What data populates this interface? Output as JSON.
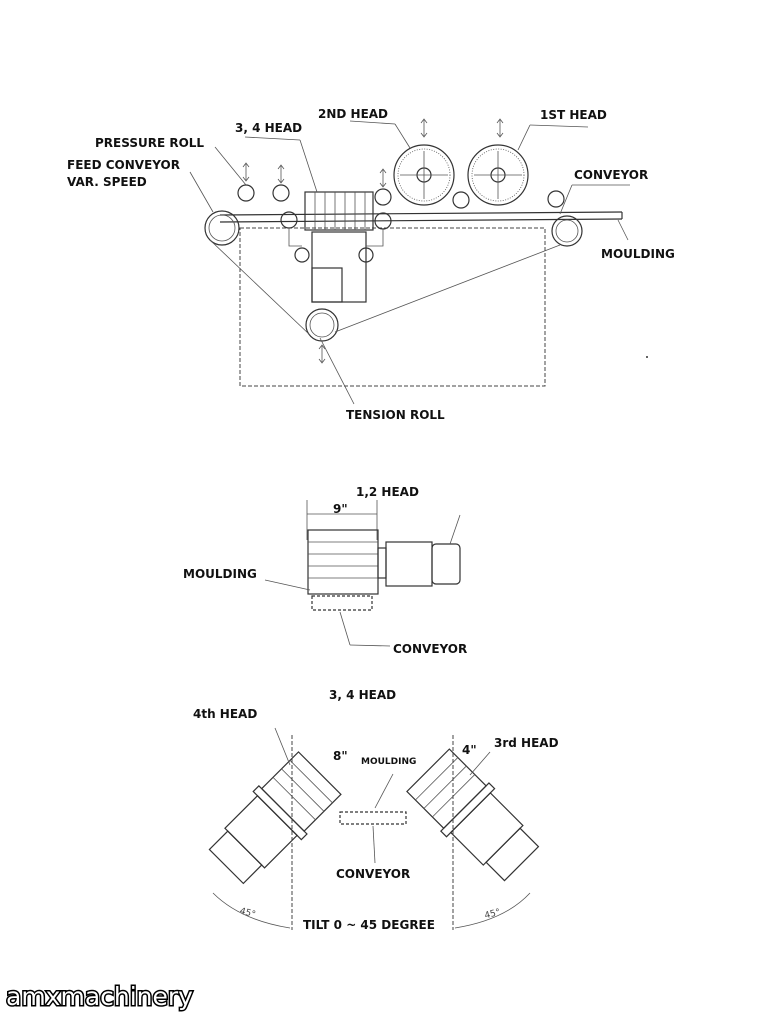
{
  "side_view": {
    "labels": {
      "second_head": "2ND HEAD",
      "first_head": "1ST HEAD",
      "head_3_4": "3, 4 HEAD",
      "pressure_roll": "PRESSURE ROLL",
      "feed_conveyor": "FEED CONVEYOR",
      "var_speed": "VAR. SPEED",
      "conveyor": "CONVEYOR",
      "moulding": "MOULDING",
      "tension_roll": "TENSION ROLL"
    }
  },
  "front_view_1_2": {
    "title": "1,2  HEAD",
    "width_dim": "9\"",
    "moulding": "MOULDING",
    "conveyor": "CONVEYOR"
  },
  "front_view_3_4": {
    "title": "3, 4  HEAD",
    "fourth_head": "4th  HEAD",
    "third_head": "3rd  HEAD",
    "dim_left": "8\"",
    "dim_right": "4\"",
    "moulding": "MOULDING",
    "conveyor": "CONVEYOR",
    "angle_left": "45°",
    "angle_right": "45°",
    "tilt": "TILT 0 ~ 45 DEGREE"
  },
  "watermark": "amxmachinery"
}
